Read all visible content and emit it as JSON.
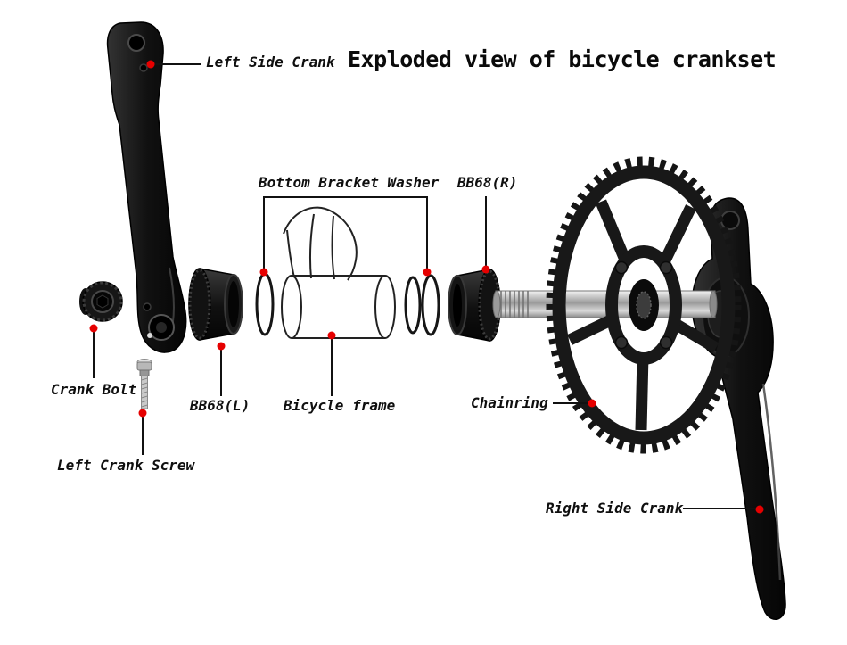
{
  "title": "Exploded view of bicycle crankset",
  "labels": {
    "left_side_crank": "Left Side Crank",
    "bottom_bracket_washer": "Bottom Bracket Washer",
    "bb68_r": "BB68(R)",
    "crank_bolt": "Crank Bolt",
    "bb68_l": "BB68(L)",
    "bicycle_frame": "Bicycle frame",
    "chainring": "Chainring",
    "left_crank_screw": "Left Crank Screw",
    "right_side_crank": "Right Side Crank"
  },
  "colors": {
    "accent_dot": "#e60000",
    "part_dark": "#151515",
    "leader_line": "#111111",
    "background": "#ffffff"
  }
}
